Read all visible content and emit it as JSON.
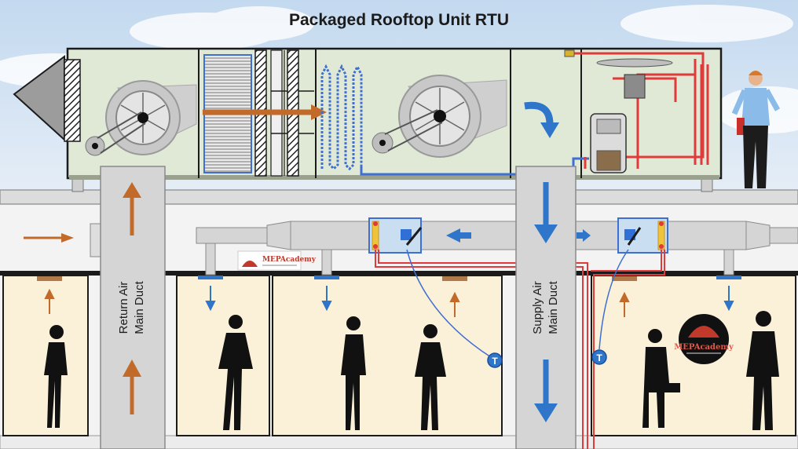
{
  "title": "Packaged Rooftop Unit RTU",
  "return_duct": {
    "line1": "Return Air",
    "line2": "Main Duct"
  },
  "supply_duct": {
    "line1": "Supply Air",
    "line2": "Main Duct"
  },
  "logo": {
    "brand": "MEPAcademy"
  },
  "thermostat_symbol": "T",
  "colors": {
    "sky": "#cfe2f3",
    "unit_fill": "#dfe9d6",
    "room_fill": "#fbf1d9",
    "duct": "#d5d5d5",
    "return_arrow": "#c26a2a",
    "supply_arrow": "#2f75c9",
    "refrigerant_hot": "#e03a3a",
    "refrigerant_cold": "#3e6fd1"
  }
}
